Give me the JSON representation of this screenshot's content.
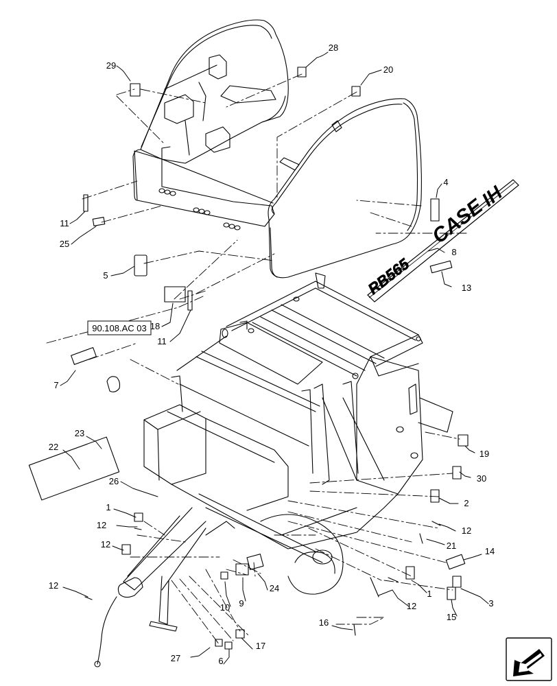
{
  "diagram": {
    "reference_box": "90.108.AC 03",
    "decal_brand": "CASE",
    "decal_brand_suffix": "IH",
    "decal_model": "RB565",
    "callouts": [
      "29",
      "28",
      "20",
      "4",
      "11",
      "25",
      "8",
      "13",
      "5",
      "18",
      "11",
      "7",
      "23",
      "22",
      "19",
      "30",
      "26",
      "2",
      "1",
      "12",
      "12",
      "12",
      "21",
      "14",
      "12",
      "24",
      "9",
      "10",
      "1",
      "12",
      "3",
      "15",
      "16",
      "27",
      "6",
      "17"
    ],
    "nav_icon": "next-page-arrow-icon"
  }
}
